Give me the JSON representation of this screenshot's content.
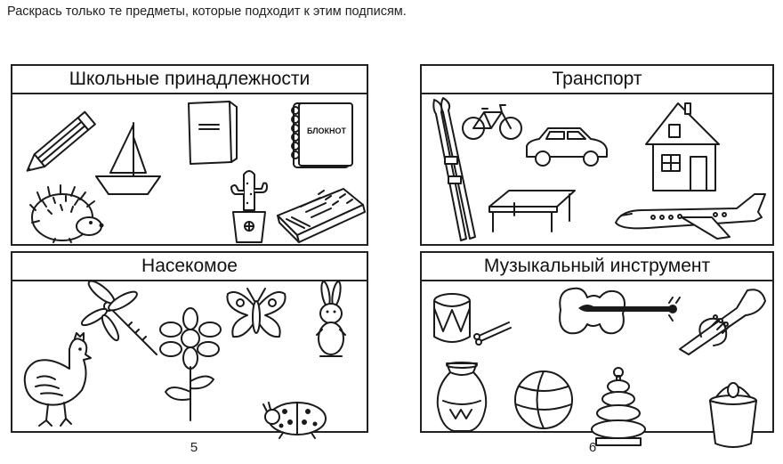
{
  "instruction": "Раскрась только те предметы, которые подходит к этим подписям.",
  "panels": [
    {
      "title": "Школьные принадлежности",
      "items": [
        "pencil",
        "sailboat",
        "notebook",
        "notepad",
        "hedgehog",
        "cactus",
        "crayon-box"
      ],
      "notepad_label": "БЛОКНОТ"
    },
    {
      "title": "Транспорт",
      "items": [
        "skis",
        "bicycle",
        "car",
        "house",
        "table",
        "airplane"
      ]
    },
    {
      "title": "Насекомое",
      "items": [
        "dragonfly",
        "flower",
        "butterfly",
        "rabbit",
        "hen",
        "ladybug"
      ]
    },
    {
      "title": "Музыкальный инструмент",
      "items": [
        "drum",
        "violin",
        "trumpet",
        "vase",
        "ball",
        "pyramid",
        "bucket"
      ]
    }
  ],
  "page_numbers": [
    "5",
    "6"
  ]
}
